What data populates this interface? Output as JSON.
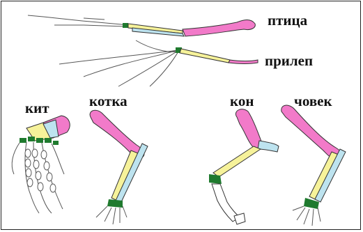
{
  "labels": {
    "bird": "птица",
    "bat": "прилеп",
    "whale": "кит",
    "cat": "котка",
    "horse": "кон",
    "human": "човек"
  },
  "colors": {
    "humerus": "#f27ac9",
    "radius": "#f6f29a",
    "ulna": "#bde3ef",
    "carpals": "#1f7a2e",
    "digits": "#ffffff",
    "outline": "#333333"
  }
}
